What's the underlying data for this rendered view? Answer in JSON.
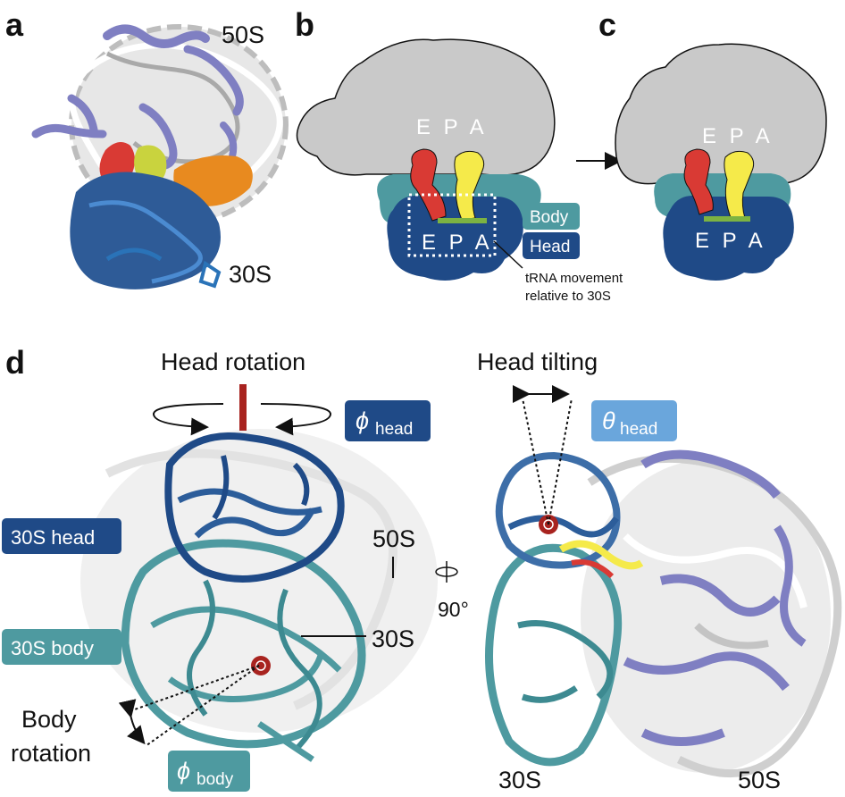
{
  "panels": {
    "a": {
      "letter": "a",
      "label_50s": "50S",
      "label_30s": "30S"
    },
    "b": {
      "letter": "b",
      "sites_top": "E P A",
      "sites_bottom": "E P A",
      "legend_body": "Body",
      "legend_head": "Head",
      "annotation_line1": "tRNA movement",
      "annotation_line2": "relative to 30S"
    },
    "c": {
      "letter": "c",
      "sites_top": "E P A",
      "sites_bottom": "E P A"
    },
    "d": {
      "letter": "d",
      "title_rotation": "Head rotation",
      "title_tilting": "Head tilting",
      "phi_head": "ϕ",
      "phi_head_sub": "head",
      "theta_head": "θ",
      "theta_head_sub": "head",
      "phi_body": "ϕ",
      "phi_body_sub": "body",
      "label_30s_head": "30S head",
      "label_30s_body": "30S body",
      "label_50s": "50S",
      "label_30s": "30S",
      "angle_label": "90°",
      "body_rotation_line1": "Body",
      "body_rotation_line2": "rotation",
      "bottom_30s": "30S",
      "bottom_50s": "50S"
    }
  },
  "colors": {
    "large_subunit_gray": "#c9c9c9",
    "body_teal": "#4e9aa0",
    "head_navy": "#1f4a87",
    "head_blue": "#3d6ea8",
    "protein_purple": "#7f7fc2",
    "trna_red": "#d93a34",
    "trna_yellow": "#f5ea4a",
    "mrna_green": "#7cb342",
    "orange_factor": "#e88a1f",
    "pivot_red": "#a8231f",
    "theta_box": "#6aa6dc",
    "phi_box": "#1f4a87",
    "body_box": "#4e9aa0"
  }
}
